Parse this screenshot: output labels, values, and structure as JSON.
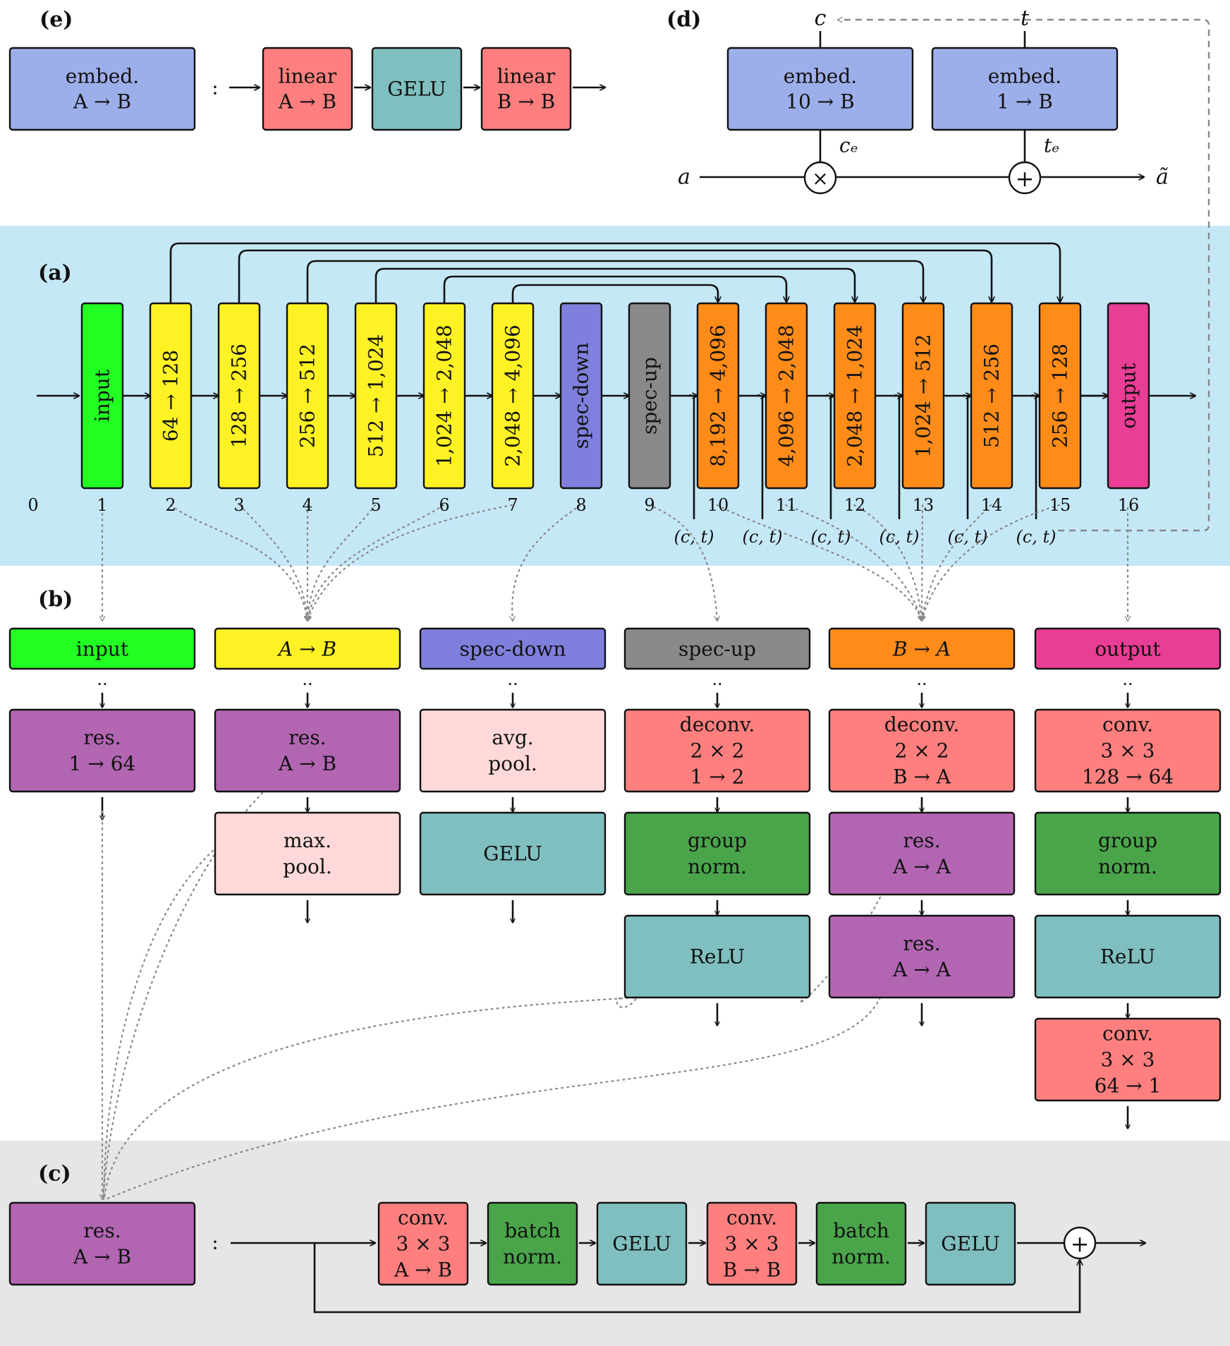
{
  "colors": {
    "input": "#22ff22",
    "down": "#fff224",
    "specdown": "#7f7fdd",
    "specup": "#8a8a8a",
    "up": "#ff8c19",
    "output": "#ea3d95",
    "embed": "#9dafea",
    "linear": "#ff7f7f",
    "gelu": "#80bfbf",
    "res": "#b266b2",
    "pool": "#ffd9d9",
    "norm": "#4aa54a",
    "bandA": "#c5e8f7",
    "bandC": "#e6e6e6"
  },
  "sections": {
    "a": "(a)",
    "b": "(b)",
    "c": "(c)",
    "d": "(d)",
    "e": "(e)"
  },
  "panel_e": {
    "embed": [
      "embed.",
      "A → B"
    ],
    "colon": ":",
    "linear1": [
      "linear",
      "A → B"
    ],
    "gelu": "GELU",
    "linear2": [
      "linear",
      "B → B"
    ]
  },
  "panel_d": {
    "c": "c",
    "t": "t",
    "embed_c": [
      "embed.",
      "10 → B"
    ],
    "embed_t": [
      "embed.",
      "1 → B"
    ],
    "ce": "cₑ",
    "te": "tₑ",
    "a": "a",
    "a_out": "ã",
    "times": "×",
    "plus": "+"
  },
  "panel_a": {
    "blocks": [
      {
        "label": "input",
        "kind": "input",
        "index": "1"
      },
      {
        "label": "64 → 128",
        "kind": "down",
        "index": "2"
      },
      {
        "label": "128 → 256",
        "kind": "down",
        "index": "3"
      },
      {
        "label": "256 → 512",
        "kind": "down",
        "index": "4"
      },
      {
        "label": "512 → 1,024",
        "kind": "down",
        "index": "5"
      },
      {
        "label": "1,024 → 2,048",
        "kind": "down",
        "index": "6"
      },
      {
        "label": "2,048 → 4,096",
        "kind": "down",
        "index": "7"
      },
      {
        "label": "spec-down",
        "kind": "specdown",
        "index": "8"
      },
      {
        "label": "spec-up",
        "kind": "specup",
        "index": "9"
      },
      {
        "label": "8,192 → 4,096",
        "kind": "up",
        "index": "10"
      },
      {
        "label": "4,096 → 2,048",
        "kind": "up",
        "index": "11"
      },
      {
        "label": "2,048 → 1,024",
        "kind": "up",
        "index": "12"
      },
      {
        "label": "1,024 → 512",
        "kind": "up",
        "index": "13"
      },
      {
        "label": "512 → 256",
        "kind": "up",
        "index": "14"
      },
      {
        "label": "256 → 128",
        "kind": "up",
        "index": "15"
      },
      {
        "label": "output",
        "kind": "output",
        "index": "16"
      }
    ],
    "index0": "0",
    "ct": "(c, t)"
  },
  "panel_b": {
    "columns": [
      {
        "header": "input",
        "kind": "input",
        "boxes": [
          {
            "lines": [
              "res.",
              "1 → 64"
            ],
            "kind": "res"
          }
        ]
      },
      {
        "header": "A → B",
        "kind": "down",
        "boxes": [
          {
            "lines": [
              "res.",
              "A → B"
            ],
            "kind": "res"
          },
          {
            "lines": [
              "max.",
              "pool."
            ],
            "kind": "pool"
          }
        ]
      },
      {
        "header": "spec-down",
        "kind": "specdown",
        "boxes": [
          {
            "lines": [
              "avg.",
              "pool."
            ],
            "kind": "pool"
          },
          {
            "lines": [
              "GELU"
            ],
            "kind": "gelu"
          }
        ]
      },
      {
        "header": "spec-up",
        "kind": "specup",
        "boxes": [
          {
            "lines": [
              "deconv.",
              "2 × 2",
              "1 → 2"
            ],
            "kind": "linear"
          },
          {
            "lines": [
              "group",
              "norm."
            ],
            "kind": "norm"
          },
          {
            "lines": [
              "ReLU"
            ],
            "kind": "gelu"
          }
        ]
      },
      {
        "header": "B → A",
        "kind": "up",
        "boxes": [
          {
            "lines": [
              "deconv.",
              "2 × 2",
              "B → A"
            ],
            "kind": "linear"
          },
          {
            "lines": [
              "res.",
              "A → A"
            ],
            "kind": "res"
          },
          {
            "lines": [
              "res.",
              "A → A"
            ],
            "kind": "res"
          }
        ]
      },
      {
        "header": "output",
        "kind": "output",
        "boxes": [
          {
            "lines": [
              "conv.",
              "3 × 3",
              "128 → 64"
            ],
            "kind": "linear"
          },
          {
            "lines": [
              "group",
              "norm."
            ],
            "kind": "norm"
          },
          {
            "lines": [
              "ReLU"
            ],
            "kind": "gelu"
          },
          {
            "lines": [
              "conv.",
              "3 × 3",
              "64 → 1"
            ],
            "kind": "linear"
          }
        ]
      }
    ]
  },
  "panel_c": {
    "res": [
      "res.",
      "A → B"
    ],
    "colon": ":",
    "blocks": [
      {
        "lines": [
          "conv.",
          "3 × 3",
          "A → B"
        ],
        "kind": "linear"
      },
      {
        "lines": [
          "batch",
          "norm."
        ],
        "kind": "norm"
      },
      {
        "lines": [
          "GELU"
        ],
        "kind": "gelu"
      },
      {
        "lines": [
          "conv.",
          "3 × 3",
          "B → B"
        ],
        "kind": "linear"
      },
      {
        "lines": [
          "batch",
          "norm."
        ],
        "kind": "norm"
      },
      {
        "lines": [
          "GELU"
        ],
        "kind": "gelu"
      }
    ],
    "plus": "+"
  }
}
